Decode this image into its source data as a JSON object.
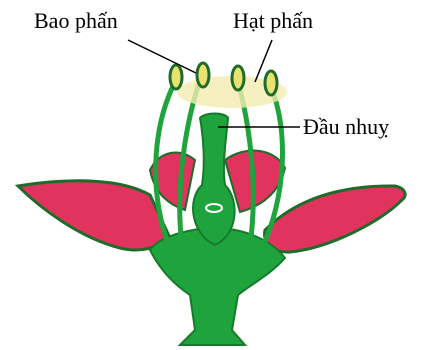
{
  "labels": {
    "anther": "Bao phấn",
    "pollen": "Hạt phấn",
    "stigma": "Đầu nhuỵ"
  },
  "colors": {
    "petal": "#e0345e",
    "petal_edge": "#1f6b2a",
    "green": "#1fa33c",
    "green_dark": "#157a2b",
    "anther": "#e8e070",
    "pollen": "#f4ecb0"
  }
}
